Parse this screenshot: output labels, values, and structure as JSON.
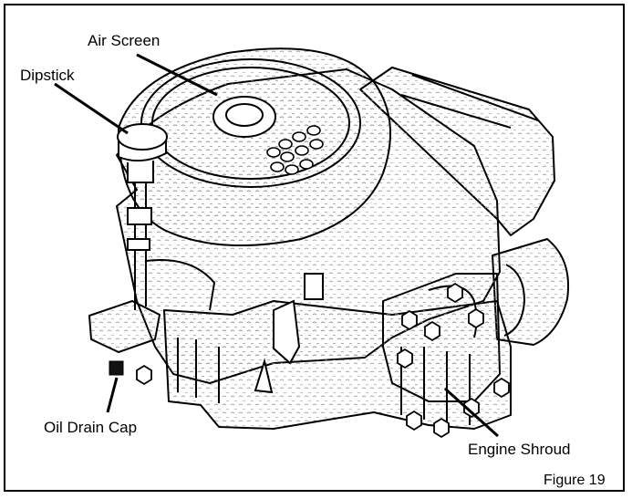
{
  "diagram": {
    "callouts": {
      "air_screen": "Air Screen",
      "dipstick": "Dipstick",
      "oil_drain_cap": "Oil Drain Cap",
      "engine_shroud": "Engine Shroud"
    },
    "caption": "Figure 19"
  },
  "colors": {
    "ink": "#000000",
    "paper": "#ffffff",
    "stipple": "#7a7a7a"
  }
}
